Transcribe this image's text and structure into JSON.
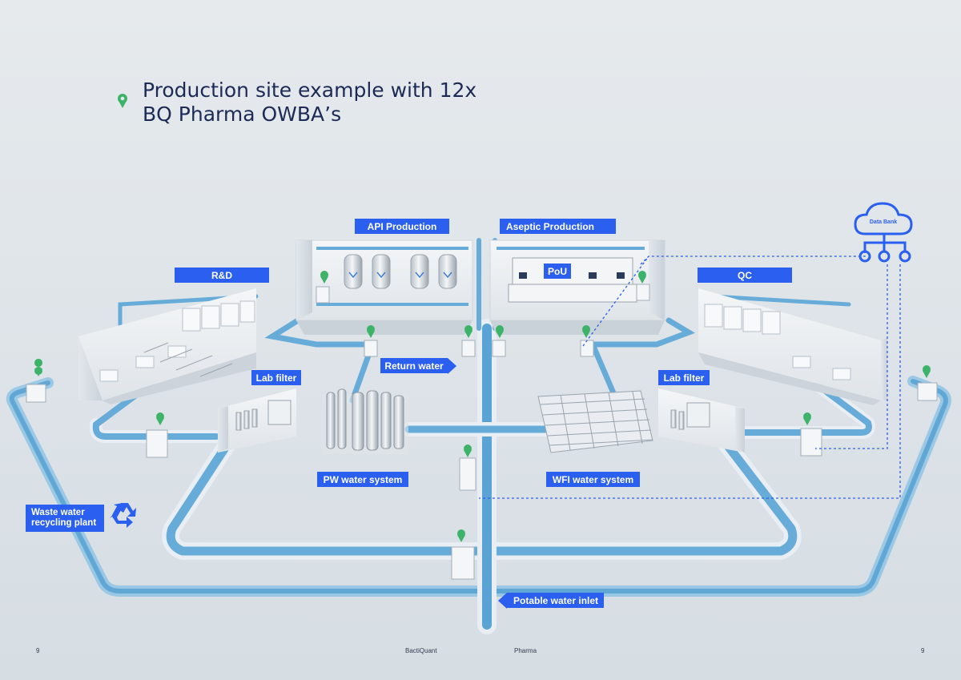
{
  "title": "Production site example with 12x BQ Pharma OWBA’s",
  "labels": {
    "rd": "R&D",
    "api": "API Production",
    "aseptic": "Aseptic Production",
    "qc": "QC",
    "pou": "PoU",
    "lab_filter_left": "Lab filter",
    "lab_filter_right": "Lab filter",
    "return_water": "Return water",
    "pw_system": "PW water system",
    "wfi_system": "WFI water system",
    "waste_water": "Waste water recycling plant",
    "potable_inlet": "Potable water inlet",
    "data_bank": "Data Bank"
  },
  "footer": {
    "page_left": "9",
    "brand": "BactiQuant",
    "section": "Pharma",
    "page_right": "9"
  },
  "colors": {
    "accent": "#2a5ff0",
    "pin": "#3db36a",
    "pipe": "#5fa8d8",
    "title": "#1c2a55"
  },
  "icons": [
    "location-pin-icon",
    "recycle-icon",
    "cloud-network-icon"
  ]
}
